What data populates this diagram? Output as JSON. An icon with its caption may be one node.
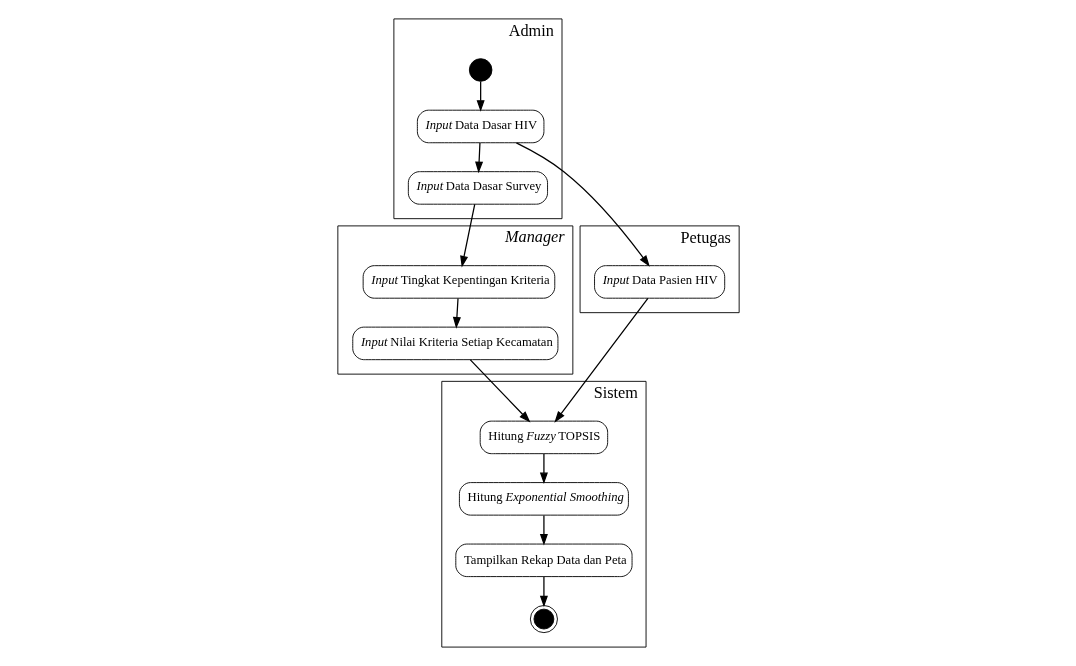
{
  "diagram": {
    "nodes": [
      {
        "text": [
          "Admin"
        ]
      },
      {
        "text": [
          "*Manager*"
        ]
      },
      {
        "text": [
          "Petugas"
        ]
      },
      {
        "text": [
          "Sistem"
        ]
      },
      {
        "text": [],
        "shape": "circle",
        "in": 0
      },
      {
        "text": [
          "*Input* Data Dasar HIV"
        ],
        "in": 0
      },
      {
        "text": [
          "*Input* Data Dasar Survey"
        ],
        "in": 0
      },
      {
        "text": [
          "*Input* Tingkat Kepentingan Kriteria"
        ],
        "in": 1
      },
      {
        "text": [
          "*Input* Nilai Kriteria Setiap Kecamatan"
        ],
        "in": 1
      },
      {
        "text": [
          "*Input* Data Pasien HIV"
        ],
        "in": 2
      },
      {
        "text": [
          "Hitung *Fuzzy* TOPSIS"
        ],
        "in": 3
      },
      {
        "text": [
          "Hitung *Exponential Smoothing*"
        ],
        "in": 3
      },
      {
        "text": [
          "Tampilkan Rekap Data dan Peta"
        ],
        "in": 3
      },
      {
        "text": [],
        "shape": "circle",
        "in": 3
      }
    ],
    "edges": [
      {
        "from": 4,
        "to": 5,
        "arrow": "to"
      },
      {
        "from": 5,
        "to": 6,
        "arrow": "to"
      },
      {
        "from": 5,
        "to": 9,
        "arrow": "to"
      },
      {
        "from": 6,
        "to": 7,
        "arrow": "to"
      },
      {
        "from": 7,
        "to": 8,
        "arrow": "to"
      },
      {
        "from": 9,
        "to": 10,
        "arrow": "to"
      },
      {
        "from": 8,
        "to": 10,
        "arrow": "to"
      },
      {
        "from": 10,
        "to": 11,
        "arrow": "to"
      },
      {
        "from": 11,
        "to": 12,
        "arrow": "to"
      },
      {
        "from": 12,
        "to": 13,
        "arrow": "to"
      }
    ]
  }
}
